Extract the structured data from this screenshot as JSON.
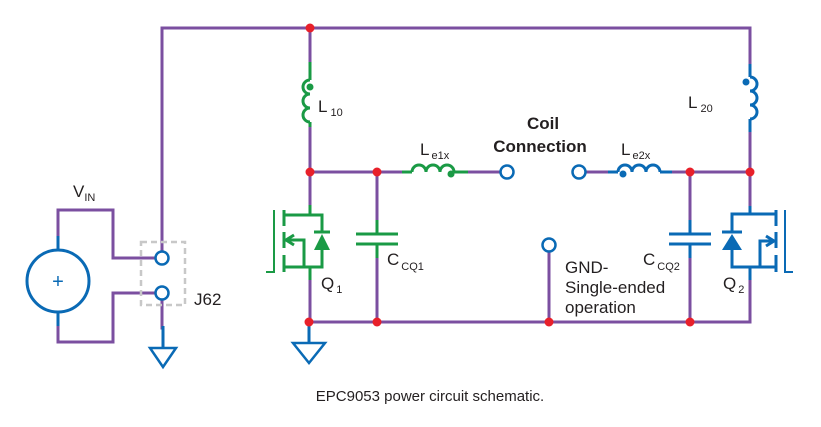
{
  "colors": {
    "wire": "#7b4fa0",
    "node": "#e8202a",
    "green_part": "#1a9a45",
    "blue_part": "#0a6ab5",
    "connector_box": "#c8c8c8",
    "text": "#231f20"
  },
  "source": {
    "label_main": "V",
    "label_sub": "IN",
    "symbol": "+"
  },
  "connector": {
    "label": "J62"
  },
  "inductor_l10": {
    "main": "L",
    "sub": "10"
  },
  "inductor_l20": {
    "main": "L",
    "sub": "20"
  },
  "inductor_le1x": {
    "main": "L",
    "sub": "e1x"
  },
  "inductor_le2x": {
    "main": "L",
    "sub": "e2x"
  },
  "coil_connection": {
    "line1": "Coil",
    "line2": "Connection"
  },
  "transistor_q1": {
    "main": "Q",
    "sub": "1"
  },
  "transistor_q2": {
    "main": "Q",
    "sub": "2"
  },
  "capacitor_cq1": {
    "main": "C",
    "sub": "CQ1"
  },
  "capacitor_cq2": {
    "main": "C",
    "sub": "CQ2"
  },
  "gnd_note": {
    "line1": "GND-",
    "line2": "Single-ended",
    "line3": "operation"
  },
  "caption": "EPC9053 power circuit schematic."
}
